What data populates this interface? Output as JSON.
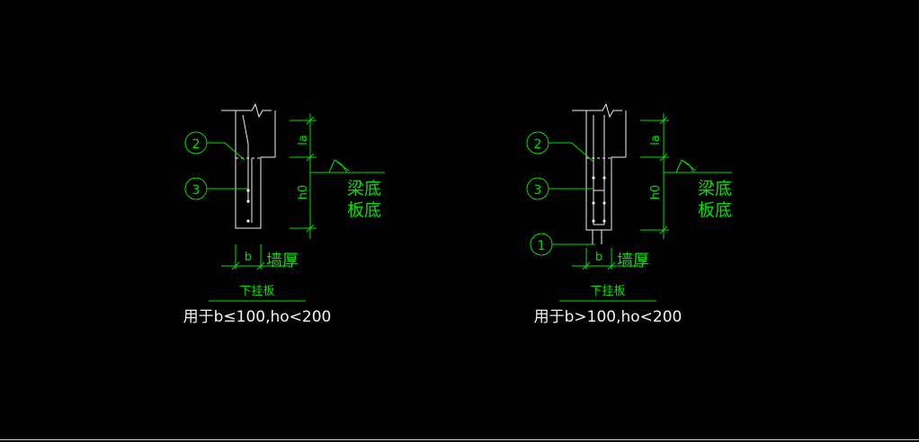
{
  "colors": {
    "background": "#000000",
    "concrete": "#f2f2f2",
    "annotation": "#00e000"
  },
  "details": [
    {
      "callouts": [
        "2",
        "3"
      ],
      "dim_top": "la",
      "dim_side": "h0",
      "level_labels": [
        "梁底",
        "板底"
      ],
      "dim_b": "b",
      "wall_label": "墙厚",
      "title": "下挂板",
      "caption": "用于b≤100,ho<200"
    },
    {
      "callouts": [
        "2",
        "3",
        "1"
      ],
      "dim_top": "la",
      "dim_side": "h0",
      "level_labels": [
        "梁底",
        "板底"
      ],
      "dim_b": "b",
      "wall_label": "墙厚",
      "title": "下挂板",
      "caption": "用于b>100,ho<200"
    }
  ]
}
